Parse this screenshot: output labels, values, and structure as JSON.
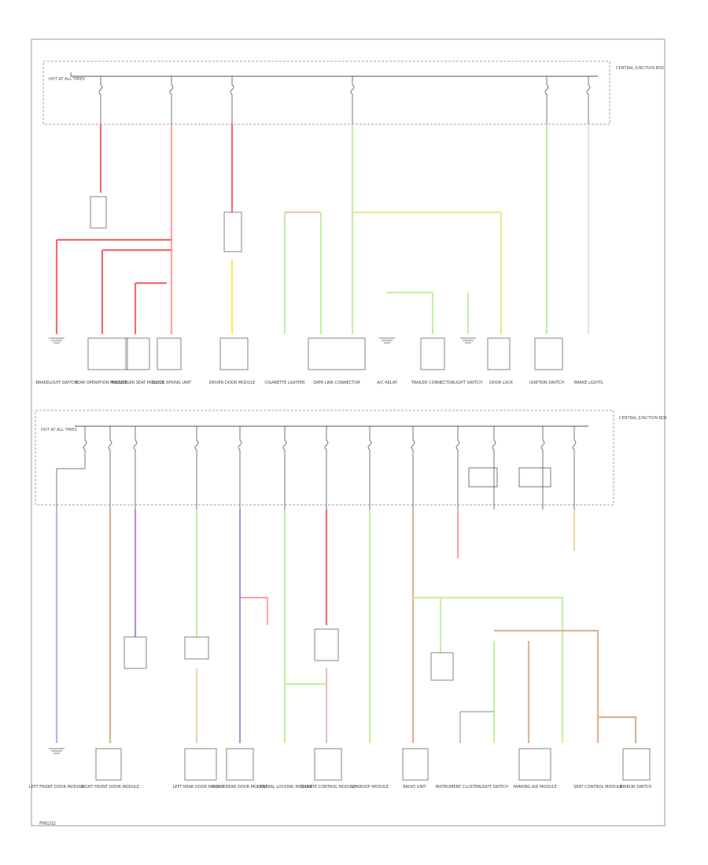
{
  "diagram": {
    "footer_code": "PMG02",
    "sections": [
      {
        "side_label": "CENTRAL JUNCTION BOX",
        "hot_label": "HOT AT ALL TIMES",
        "components": [
          "BRAKELIGHT SWITCH",
          "NEAR OPERATION MODULE",
          "PASSENGER SEAT MODULE",
          "CLOCK SPRING UNIT",
          "DRIVER DOOR MODULE",
          "CIGARETTE LIGHTER",
          "DATA LINK CONNECTOR",
          "A/C RELAY",
          "TRAILER CONNECTOR",
          "LIGHT SWITCH",
          "DOOR LOCK",
          "IGNITION SWITCH",
          "BRAKE LIGHTS"
        ]
      },
      {
        "side_label": "CENTRAL JUNCTION BOX",
        "hot_label": "HOT AT ALL TIMES",
        "components": [
          "LEFT FRONT DOOR MODULE",
          "RIGHT FRONT DOOR MODULE",
          "LEFT REAR DOOR MODULE",
          "RIGHT REAR DOOR MODULE",
          "CENTRAL LOCKING MODULE",
          "CLIMATE CONTROL MODULE",
          "SUNROOF MODULE",
          "RADIO UNIT",
          "INSTRUMENT CLUSTER",
          "LIGHT SWITCH",
          "PARKING AID MODULE",
          "SEAT CONTROL MODULE",
          "MIRROR SWITCH"
        ]
      }
    ]
  }
}
